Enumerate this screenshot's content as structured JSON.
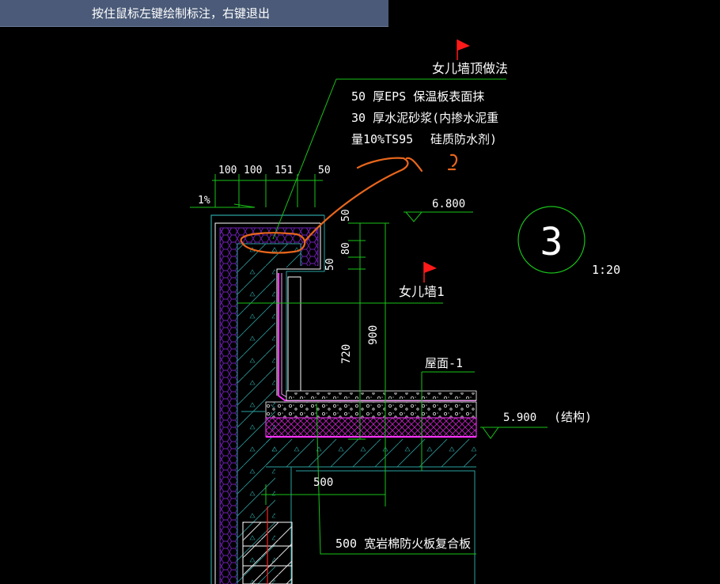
{
  "status_tip": "按住鼠标左键绘制标注，右键退出",
  "colors": {
    "background": "#000000",
    "tip_bar": "#4a5a78",
    "leader_green": "#19c219",
    "outline_white": "#ffffff",
    "insulation_purple": "#6f1fb3",
    "membrane_magenta": "#ff33ff",
    "concrete_cyan": "#2a9a9a",
    "annotation_orange": "#e8661c",
    "flag_red": "#ff1a1a"
  },
  "labels": {
    "parapet_top_title": "女儿墙顶做法",
    "parapet_top_line1": "50 厚EPS 保温板表面抹",
    "parapet_top_line2": "30 厚水泥砂浆(内掺水泥重",
    "parapet_top_line3a": "量10%TS95",
    "parapet_top_line3b": "硅质防水剂)",
    "parapet_wall": "女儿墙1",
    "roof": "屋面-1",
    "rock_wool": "500 宽岩棉防火板复合板",
    "structure_elev": "(结构)"
  },
  "dimensions": {
    "top": [
      "100",
      "100",
      "151",
      "50"
    ],
    "slope": "1%",
    "vertical_small": [
      "50",
      "80",
      "50"
    ],
    "vertical_large": [
      "900",
      "720"
    ],
    "horizontal_bottom": "500"
  },
  "elevations": {
    "top": "6.800",
    "structure": "5.900"
  },
  "detail": {
    "number": "3",
    "scale": "1:20"
  }
}
